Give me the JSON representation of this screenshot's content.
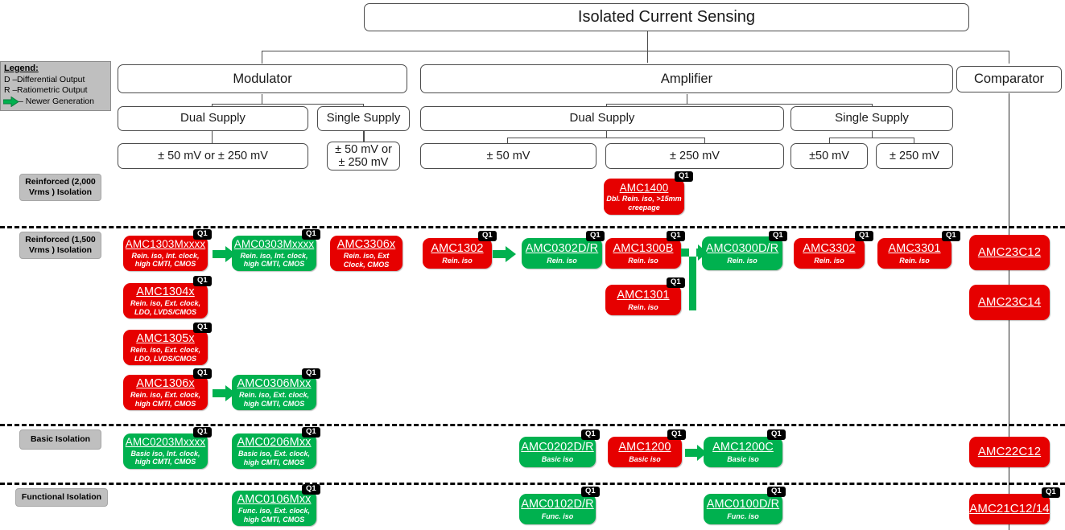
{
  "title": "Isolated Current Sensing",
  "colors": {
    "red": "#e60000",
    "green": "#00b14f",
    "legend_bg": "#bfbfbf",
    "box_border": "#4c4c4c",
    "badge_bg": "#000000"
  },
  "legend": {
    "heading": "Legend:",
    "rows": [
      {
        "key": "D –",
        "label": "Differential Output"
      },
      {
        "key": "R –",
        "label": "Ratiometric Output"
      },
      {
        "key": "arrow",
        "label": "–  Newer Generation"
      }
    ]
  },
  "tree": {
    "root": "Isolated Current Sensing",
    "categories": [
      {
        "label": "Modulator"
      },
      {
        "label": "Amplifier"
      },
      {
        "label": "Comparator"
      }
    ],
    "supplies": [
      {
        "label": "Dual Supply"
      },
      {
        "label": "Single Supply"
      },
      {
        "label": "Dual Supply"
      },
      {
        "label": "Single Supply"
      }
    ],
    "ranges": [
      {
        "label": "± 50 mV or ± 250 mV"
      },
      {
        "label": "± 50 mV or\n± 250 mV"
      },
      {
        "label": "± 50 mV"
      },
      {
        "label": "± 250 mV"
      },
      {
        "label": "±50 mV"
      },
      {
        "label": "± 250 mV"
      }
    ]
  },
  "isolation_rows": [
    {
      "label": "Reinforced (2,000 Vrms ) Isolation"
    },
    {
      "label": "Reinforced (1,500 Vrms ) Isolation"
    },
    {
      "label": "Basic Isolation"
    },
    {
      "label": "Functional Isolation"
    }
  ],
  "parts": [
    {
      "id": "amc1400",
      "name": "AMC1400",
      "desc": "Dbl. Rein. iso, >15mm creepage",
      "color": "red",
      "q1": true
    },
    {
      "id": "amc1303mxxxx",
      "name": "AMC1303Mxxxx",
      "desc": "Rein. iso, Int. clock, high CMTI, CMOS",
      "color": "red",
      "q1": true
    },
    {
      "id": "amc0303mxxxx",
      "name": "AMC0303Mxxxx",
      "desc": "Rein. iso, Int. clock, high CMTI, CMOS",
      "color": "green",
      "q1": true
    },
    {
      "id": "amc3306x",
      "name": "AMC3306x",
      "desc": "Rein. iso, Ext Clock, CMOS",
      "color": "red",
      "q1": false
    },
    {
      "id": "amc1302",
      "name": "AMC1302",
      "desc": "Rein. iso",
      "color": "red",
      "q1": true
    },
    {
      "id": "amc0302dr",
      "name": "AMC0302D/R",
      "desc": "Rein. iso",
      "color": "green",
      "q1": true
    },
    {
      "id": "amc1300b",
      "name": "AMC1300B",
      "desc": "Rein. iso",
      "color": "red",
      "q1": true
    },
    {
      "id": "amc0300dr",
      "name": "AMC0300D/R",
      "desc": "Rein. iso",
      "color": "green",
      "q1": true
    },
    {
      "id": "amc3302",
      "name": "AMC3302",
      "desc": "Rein. iso",
      "color": "red",
      "q1": true
    },
    {
      "id": "amc3301",
      "name": "AMC3301",
      "desc": "Rein. iso",
      "color": "red",
      "q1": true
    },
    {
      "id": "amc23c12",
      "name": "AMC23C12",
      "desc": "",
      "color": "red",
      "q1": false
    },
    {
      "id": "amc1304x",
      "name": "AMC1304x",
      "desc": "Rein. iso, Ext. clock, LDO, LVDS/CMOS",
      "color": "red",
      "q1": true
    },
    {
      "id": "amc1301",
      "name": "AMC1301",
      "desc": "Rein. iso",
      "color": "red",
      "q1": true
    },
    {
      "id": "amc23c14",
      "name": "AMC23C14",
      "desc": "",
      "color": "red",
      "q1": false
    },
    {
      "id": "amc1305x",
      "name": "AMC1305x",
      "desc": "Rein. iso, Ext. clock, LDO, LVDS/CMOS",
      "color": "red",
      "q1": true
    },
    {
      "id": "amc1306x",
      "name": "AMC1306x",
      "desc": "Rein. iso, Ext. clock, high CMTI, CMOS",
      "color": "red",
      "q1": true
    },
    {
      "id": "amc0306mxx",
      "name": "AMC0306Mxx",
      "desc": "Rein. iso, Ext. clock, high CMTI, CMOS",
      "color": "green",
      "q1": true
    },
    {
      "id": "amc0203mxxxx",
      "name": "AMC0203Mxxxx",
      "desc": "Basic iso, Int. clock, high CMTI, CMOS",
      "color": "green",
      "q1": true
    },
    {
      "id": "amc0206mxx",
      "name": "AMC0206Mxx",
      "desc": "Basic iso, Ext. clock, high CMTI, CMOS",
      "color": "green",
      "q1": true
    },
    {
      "id": "amc0202dr",
      "name": "AMC0202D/R",
      "desc": "Basic iso",
      "color": "green",
      "q1": true
    },
    {
      "id": "amc1200",
      "name": "AMC1200",
      "desc": "Basic iso",
      "color": "red",
      "q1": true
    },
    {
      "id": "amc1200c",
      "name": "AMC1200C",
      "desc": "Basic iso",
      "color": "green",
      "q1": true
    },
    {
      "id": "amc22c12",
      "name": "AMC22C12",
      "desc": "",
      "color": "red",
      "q1": false
    },
    {
      "id": "amc0106mxx",
      "name": "AMC0106Mxx",
      "desc": "Func. iso, Ext. clock, high CMTI, CMOS",
      "color": "green",
      "q1": true
    },
    {
      "id": "amc0102dr",
      "name": "AMC0102D/R",
      "desc": "Func. iso",
      "color": "green",
      "q1": true
    },
    {
      "id": "amc0100dr",
      "name": "AMC0100D/R",
      "desc": "Func. iso",
      "color": "green",
      "q1": true
    },
    {
      "id": "amc21c12_14",
      "name": "AMC21C12/14",
      "desc": "",
      "color": "red",
      "q1": true
    }
  ],
  "badge_label": "Q1",
  "upgrade_arrows": [
    {
      "from": "amc1303mxxxx",
      "to": "amc0303mxxxx"
    },
    {
      "from": "amc1302",
      "to": "amc0302dr"
    },
    {
      "from": "amc1300b",
      "to": "amc0300dr"
    },
    {
      "from": "amc1301",
      "to": "amc0300dr"
    },
    {
      "from": "amc1306x",
      "to": "amc0306mxx"
    },
    {
      "from": "amc1200",
      "to": "amc1200c"
    }
  ]
}
